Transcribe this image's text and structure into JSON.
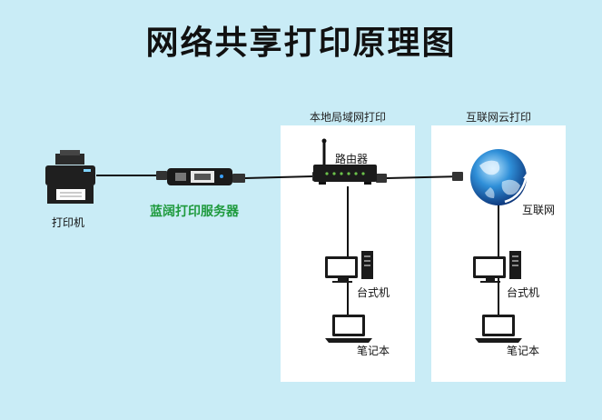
{
  "title": "网络共享打印原理图",
  "panels": {
    "local": {
      "title": "本地局域网打印"
    },
    "cloud": {
      "title": "互联网云打印"
    }
  },
  "labels": {
    "printer": "打印机",
    "server": "蓝阔打印服务器",
    "router": "路由器",
    "internet": "互联网",
    "desktop_local": "台式机",
    "laptop_local": "笔记本",
    "desktop_cloud": "台式机",
    "laptop_cloud": "笔记本"
  },
  "colors": {
    "background": "#c9ecf6",
    "panel": "#ffffff",
    "server_label": "#1e9a3d",
    "cable": "#111111"
  },
  "icons": [
    "printer-icon",
    "print-server-icon",
    "router-icon",
    "globe-icon",
    "desktop-icon",
    "laptop-icon"
  ]
}
